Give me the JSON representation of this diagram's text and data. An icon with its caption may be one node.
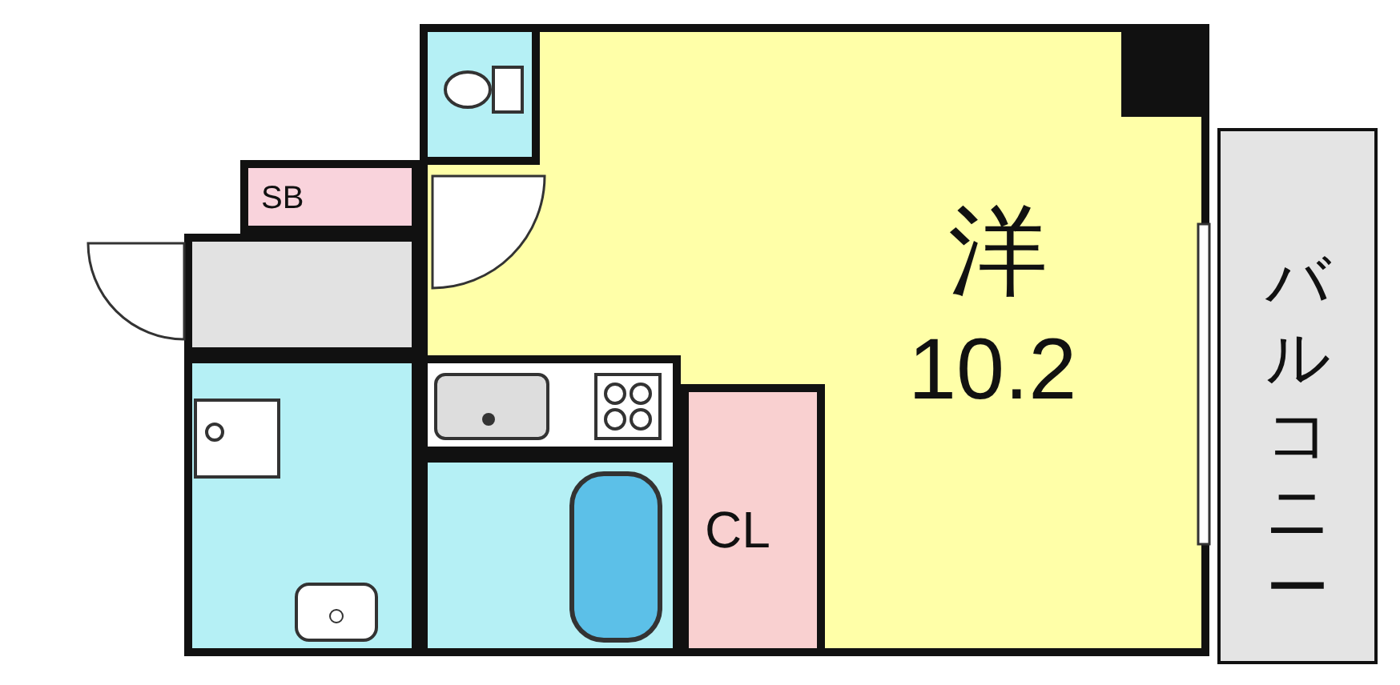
{
  "diagram": {
    "nodes": [
      {
        "text": [],
        "shape": "box",
        "in": 1
      },
      {
        "text": [
          "洋",
          "10.2"
        ]
      },
      {
        "text": [
          "SB"
        ]
      },
      {
        "text": [],
        "shape": "box"
      },
      {
        "text": [],
        "shape": "box",
        "in": 1
      },
      {
        "text": [],
        "shape": "box"
      },
      {
        "text": [],
        "shape": "box",
        "in": 1
      },
      {
        "text": [
          "CL"
        ],
        "in": 1
      },
      {
        "text": [
          "バルコニー"
        ]
      }
    ]
  }
}
